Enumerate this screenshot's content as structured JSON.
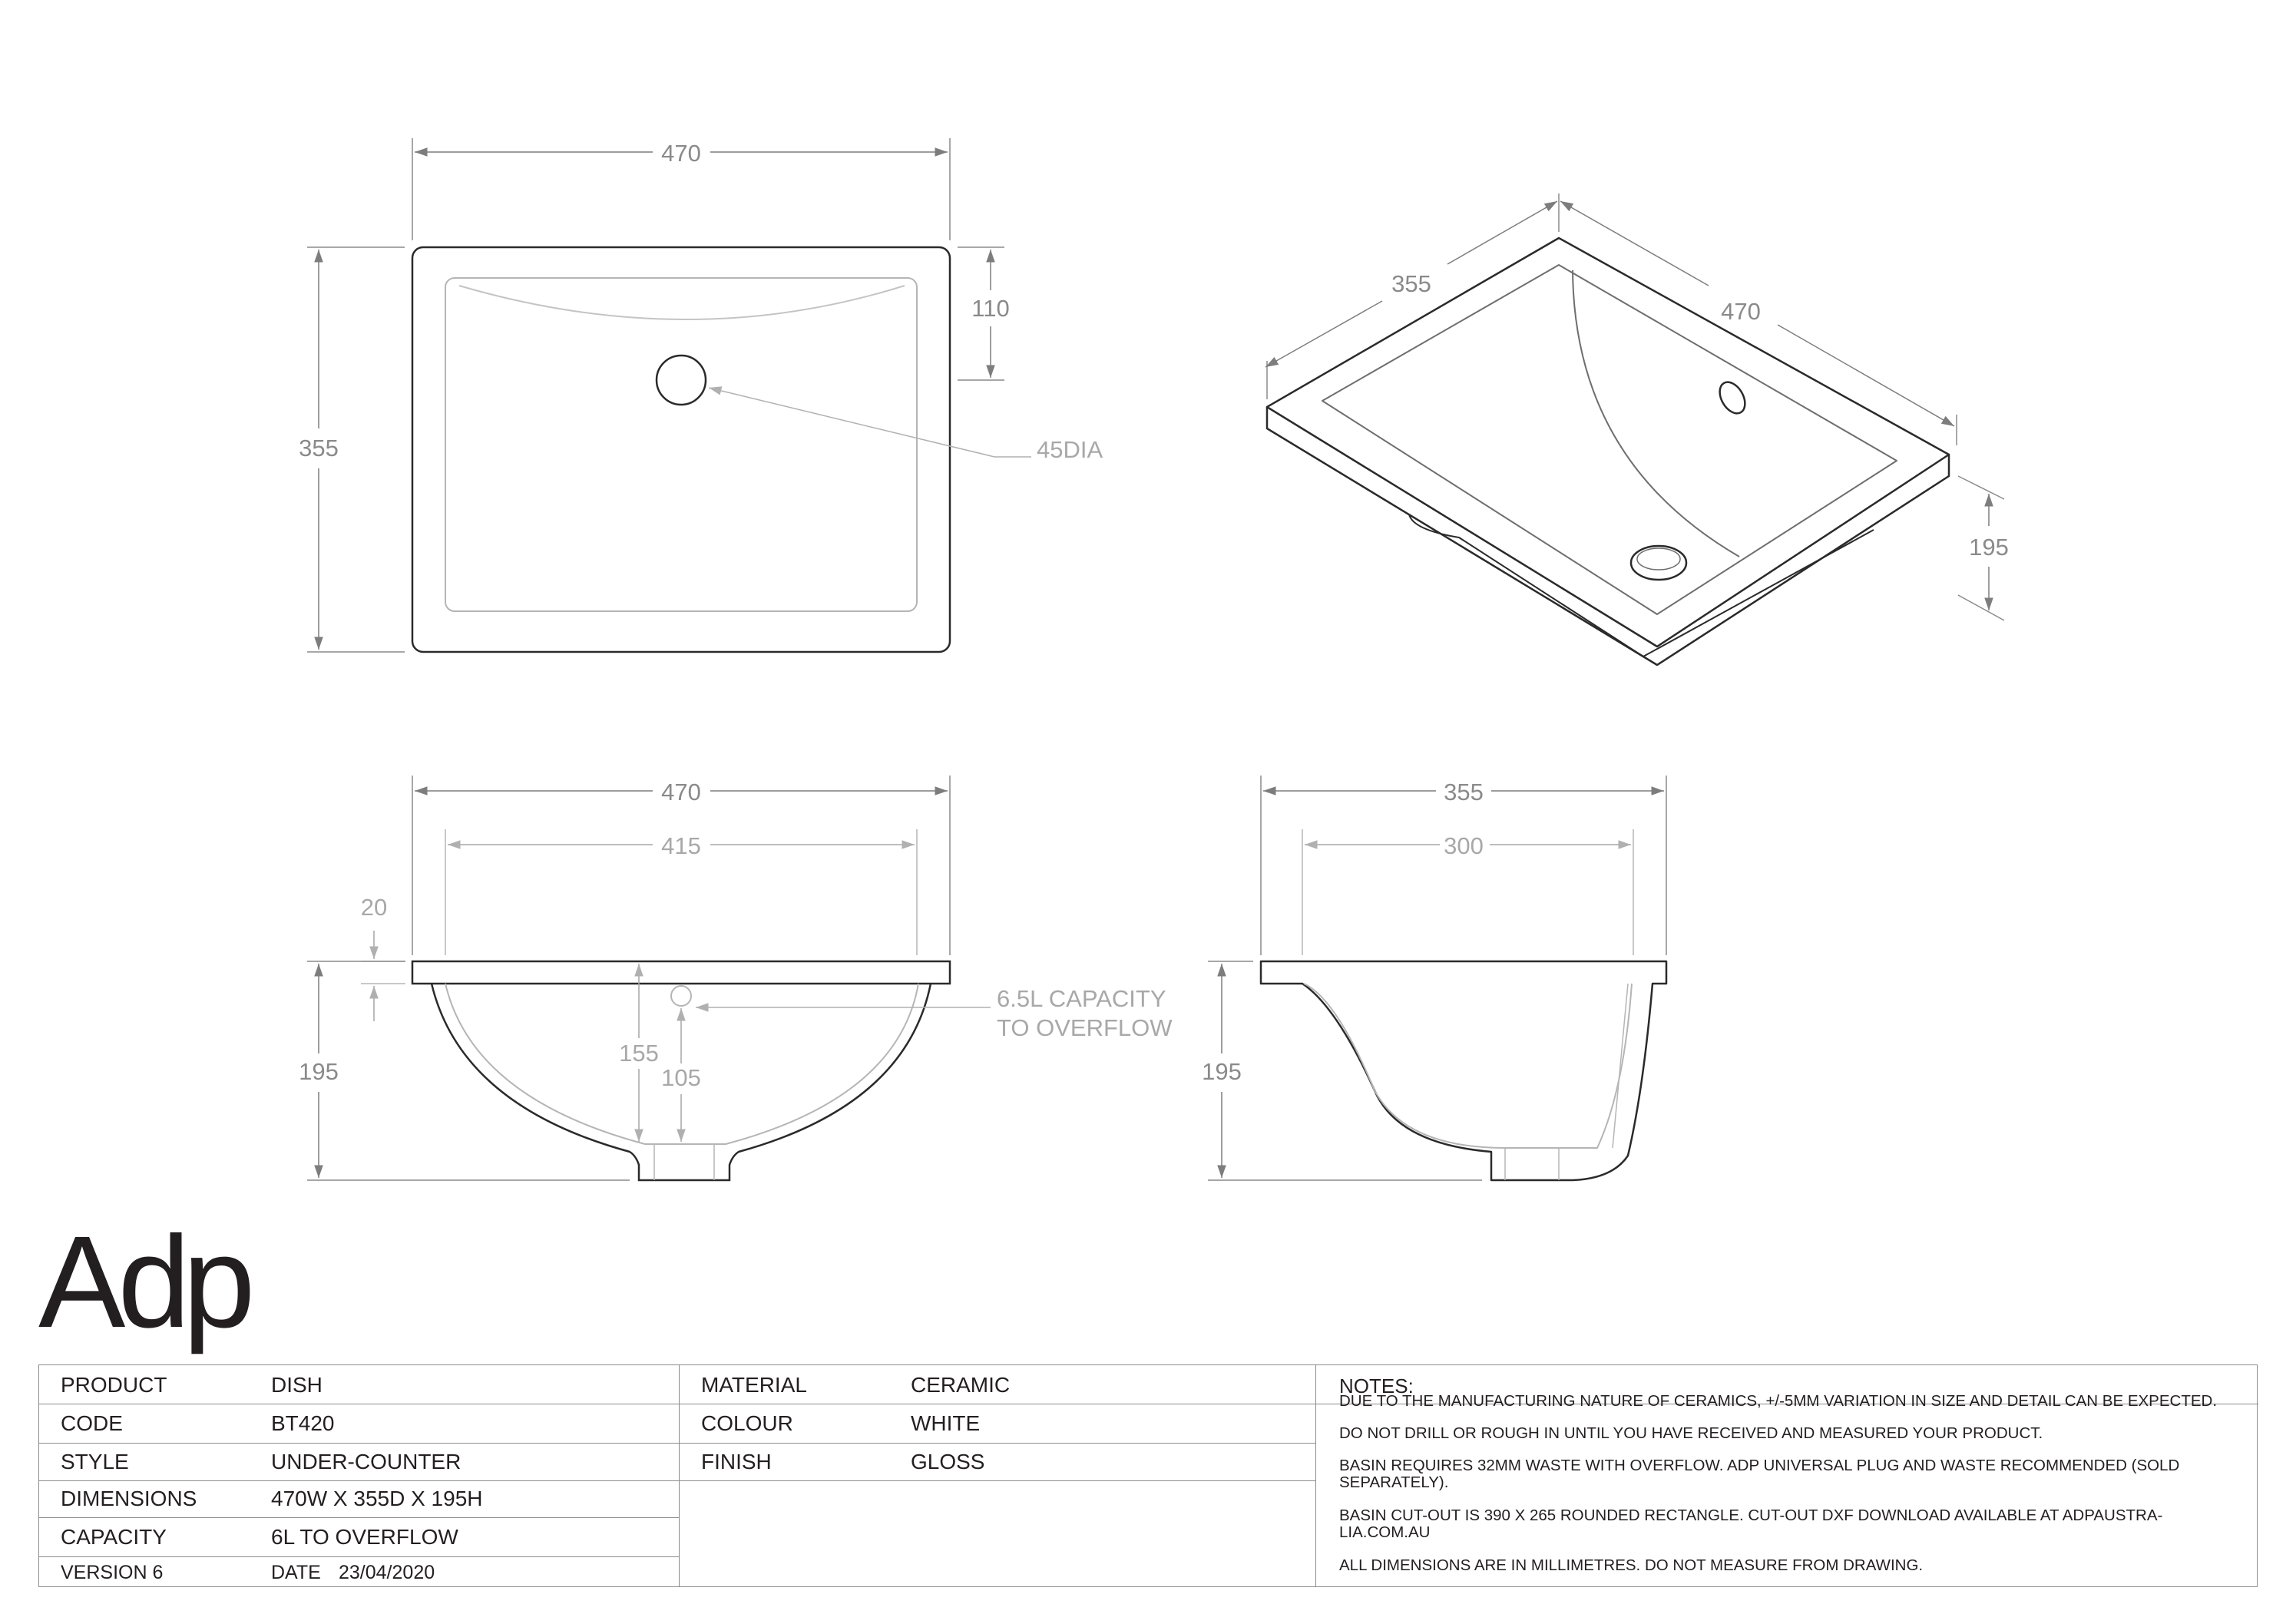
{
  "drawing": {
    "plan": {
      "width": "470",
      "depth": "355",
      "overflow_offset": "110",
      "waste_dia": "45DIA"
    },
    "iso": {
      "depth": "355",
      "width": "470",
      "height": "195"
    },
    "front": {
      "width": "470",
      "inner_width": "415",
      "rim": "20",
      "height": "195",
      "inner_depth": "155",
      "overflow_height": "105",
      "capacity_line1": "6.5L CAPACITY",
      "capacity_line2": "TO OVERFLOW"
    },
    "side": {
      "depth": "355",
      "inner_depth": "300",
      "height": "195"
    }
  },
  "brand": {
    "logo": "Adp"
  },
  "spec": {
    "left": [
      {
        "label": "PRODUCT",
        "value": "DISH"
      },
      {
        "label": "CODE",
        "value": "BT420"
      },
      {
        "label": "STYLE",
        "value": "UNDER-COUNTER"
      },
      {
        "label": "DIMENSIONS",
        "value": "470W X 355D X 195H"
      },
      {
        "label": "CAPACITY",
        "value": "6L  TO OVERFLOW"
      }
    ],
    "version": "VERSION 6",
    "date_label": "DATE",
    "date": "23/04/2020",
    "middle": [
      {
        "label": "MATERIAL",
        "value": "CERAMIC"
      },
      {
        "label": "COLOUR",
        "value": "WHITE"
      },
      {
        "label": "FINISH",
        "value": "GLOSS"
      }
    ],
    "notes_title": "NOTES:",
    "notes": [
      "DUE TO THE MANUFACTURING NATURE OF CERAMICS, +/-5MM VARIATION IN SIZE AND DETAIL CAN BE EXPECTED.",
      "DO NOT DRILL OR ROUGH IN UNTIL YOU HAVE RECEIVED AND MEASURED YOUR PRODUCT.",
      "BASIN REQUIRES 32MM WASTE WITH OVERFLOW. ADP UNIVERSAL PLUG AND WASTE RECOMMENDED (SOLD SEPARATELY).",
      "BASIN CUT-OUT IS 390 X 265 ROUNDED RECTANGLE. CUT-OUT DXF DOWNLOAD AVAILABLE AT ADPAUSTRA-LIA.COM.AU",
      "ALL DIMENSIONS ARE IN MILLIMETRES. DO NOT MEASURE FROM DRAWING."
    ]
  }
}
